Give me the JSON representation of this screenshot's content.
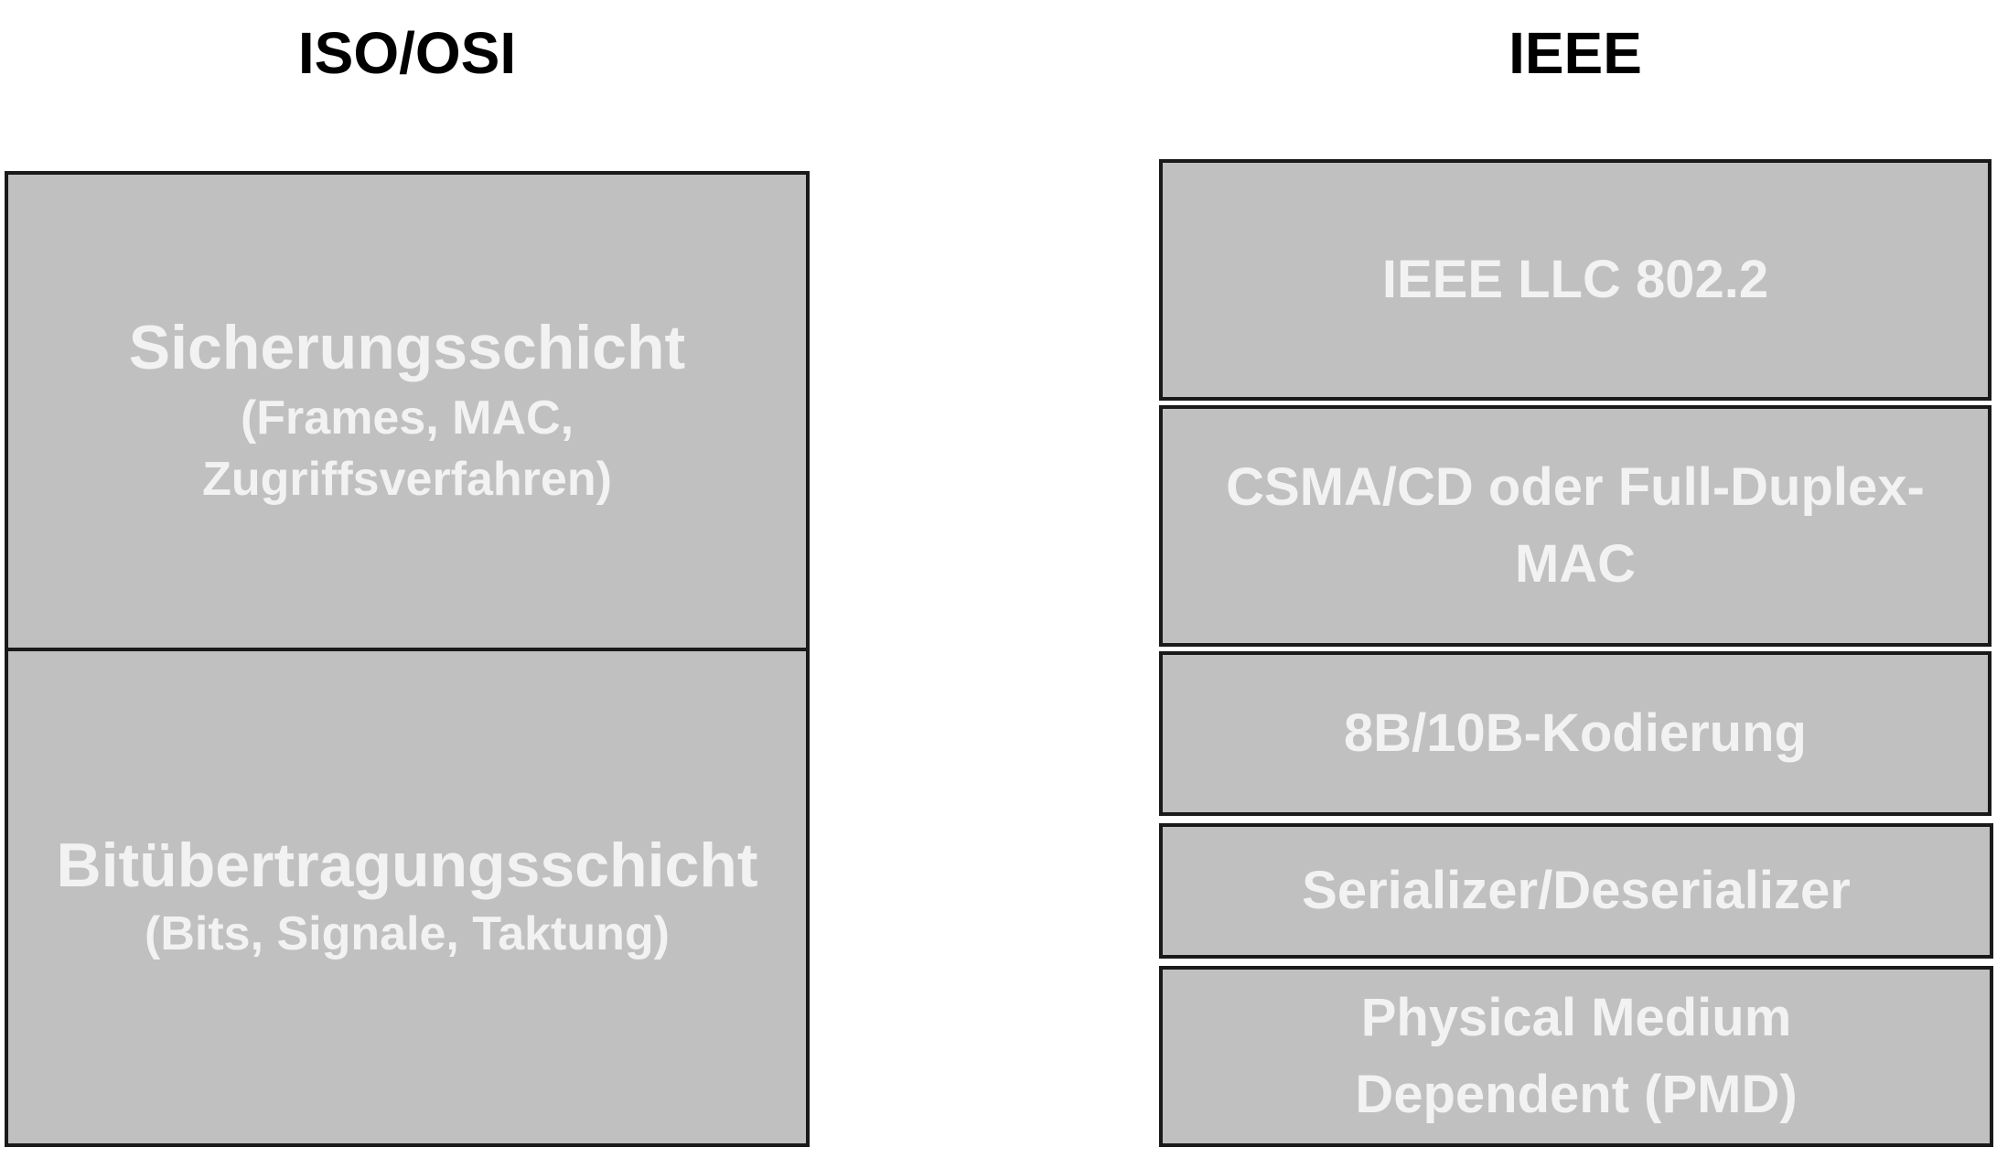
{
  "columns": {
    "left_heading": "ISO/OSI",
    "right_heading": "IEEE"
  },
  "osi_layers": [
    {
      "title": "Sicherungsschicht",
      "subtitle_line1": "(Frames, MAC,",
      "subtitle_line2": "Zugriffsverfahren)"
    },
    {
      "title": "Bitübertragungsschicht",
      "subtitle_line1": "(Bits, Signale, Taktung)"
    }
  ],
  "ieee_layers": [
    {
      "line1": "IEEE LLC 802.2"
    },
    {
      "line1": "CSMA/CD oder Full-Duplex-",
      "line2": "MAC"
    },
    {
      "line1": "8B/10B-Kodierung"
    },
    {
      "line1": "Serializer/Deserializer"
    },
    {
      "line1": "Physical Medium",
      "line2": "Dependent (PMD)"
    }
  ],
  "colors": {
    "box_fill": "#c0c0c0",
    "box_border": "#1a1a1a",
    "box_text": "#f2f2f2",
    "heading_text": "#000000"
  }
}
